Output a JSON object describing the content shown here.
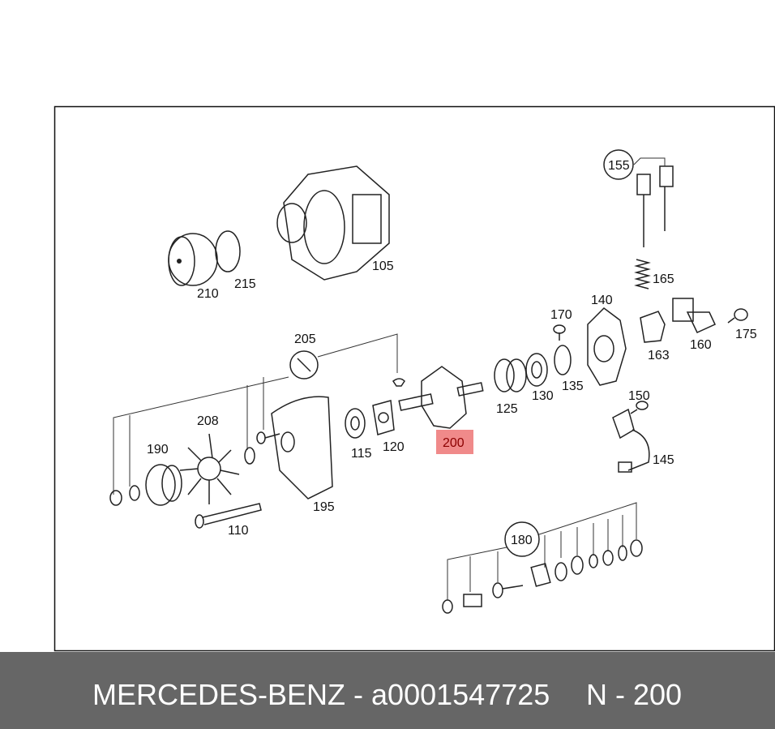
{
  "labels": {
    "p210": "210",
    "p215": "215",
    "p105": "105",
    "p155": "155",
    "p165": "165",
    "p140": "140",
    "p170": "170",
    "p175": "175",
    "p160": "160",
    "p163": "163",
    "p205": "205",
    "p135": "135",
    "p130": "130",
    "p125": "125",
    "p150": "150",
    "p145": "145",
    "p208": "208",
    "p190": "190",
    "p115": "115",
    "p120": "120",
    "p200": "200",
    "p195": "195",
    "p110": "110",
    "p180": "180"
  },
  "highlight": {
    "part": "200",
    "fill": "#f08a8a",
    "text_color": "#8b0000"
  },
  "footer": {
    "brand_part": "MERCEDES-BENZ - a0001547725",
    "position": "N - 200",
    "background": "#666666"
  }
}
